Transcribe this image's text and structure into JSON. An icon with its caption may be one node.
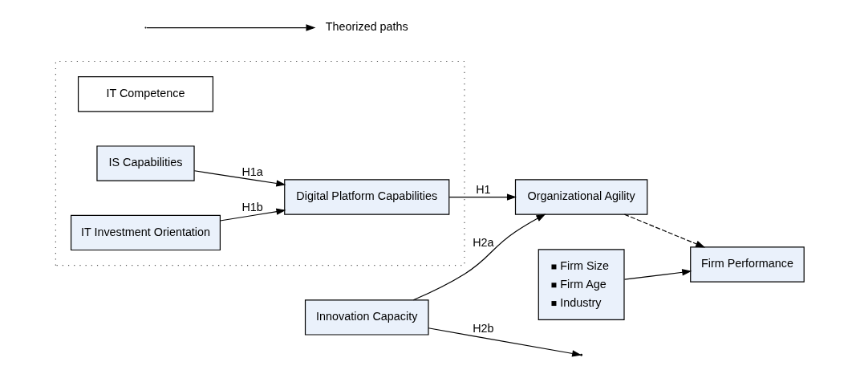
{
  "diagram": {
    "nodes": [
      {
        "text": [
          "IT Competence"
        ]
      },
      {
        "text": [
          "IS Capabilities"
        ],
        "in": 0
      },
      {
        "text": [
          "IT Investment Orientation"
        ],
        "in": 0
      },
      {
        "text": [
          "Digital Platform Capabilities"
        ],
        "in": 0
      },
      {
        "text": [
          "Organizational Agility"
        ]
      },
      {
        "text": [
          "Firm Performance"
        ]
      },
      {
        "text": [
          "Innovation Capacity"
        ]
      },
      {
        "text": [
          "Firm Size",
          "Firm Age",
          "Industry"
        ]
      }
    ],
    "edges": [
      {
        "from": 1,
        "to": 3,
        "arrow": "to",
        "label": "H1a"
      },
      {
        "from": 2,
        "to": 3,
        "arrow": "to",
        "label": "H1b"
      },
      {
        "from": 3,
        "to": 4,
        "arrow": "to",
        "label": "H1"
      },
      {
        "from": 4,
        "to": 5,
        "arrow": "to",
        "style": "dashed"
      },
      {
        "from": 6,
        "to": null,
        "arrow": "to",
        "label": "H2b"
      },
      {
        "from": 6,
        "to": 4,
        "arrow": "to",
        "label": "H2a"
      },
      {
        "from": 7,
        "to": 5,
        "arrow": "to"
      }
    ],
    "legend": [
      {
        "text": "Theorized paths"
      }
    ]
  }
}
